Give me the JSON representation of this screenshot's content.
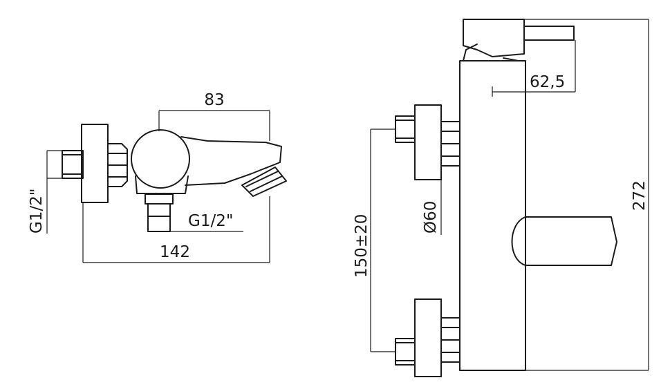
{
  "side_view": {
    "dims": {
      "overall_width": "142",
      "spout_length": "83",
      "wall_thread": "G1/2\"",
      "bottom_thread": "G1/2\""
    }
  },
  "front_view": {
    "dims": {
      "height": "272",
      "handle_offset": "62,5",
      "flange_diameter": "Ø60",
      "center_distance": "150±20"
    }
  }
}
